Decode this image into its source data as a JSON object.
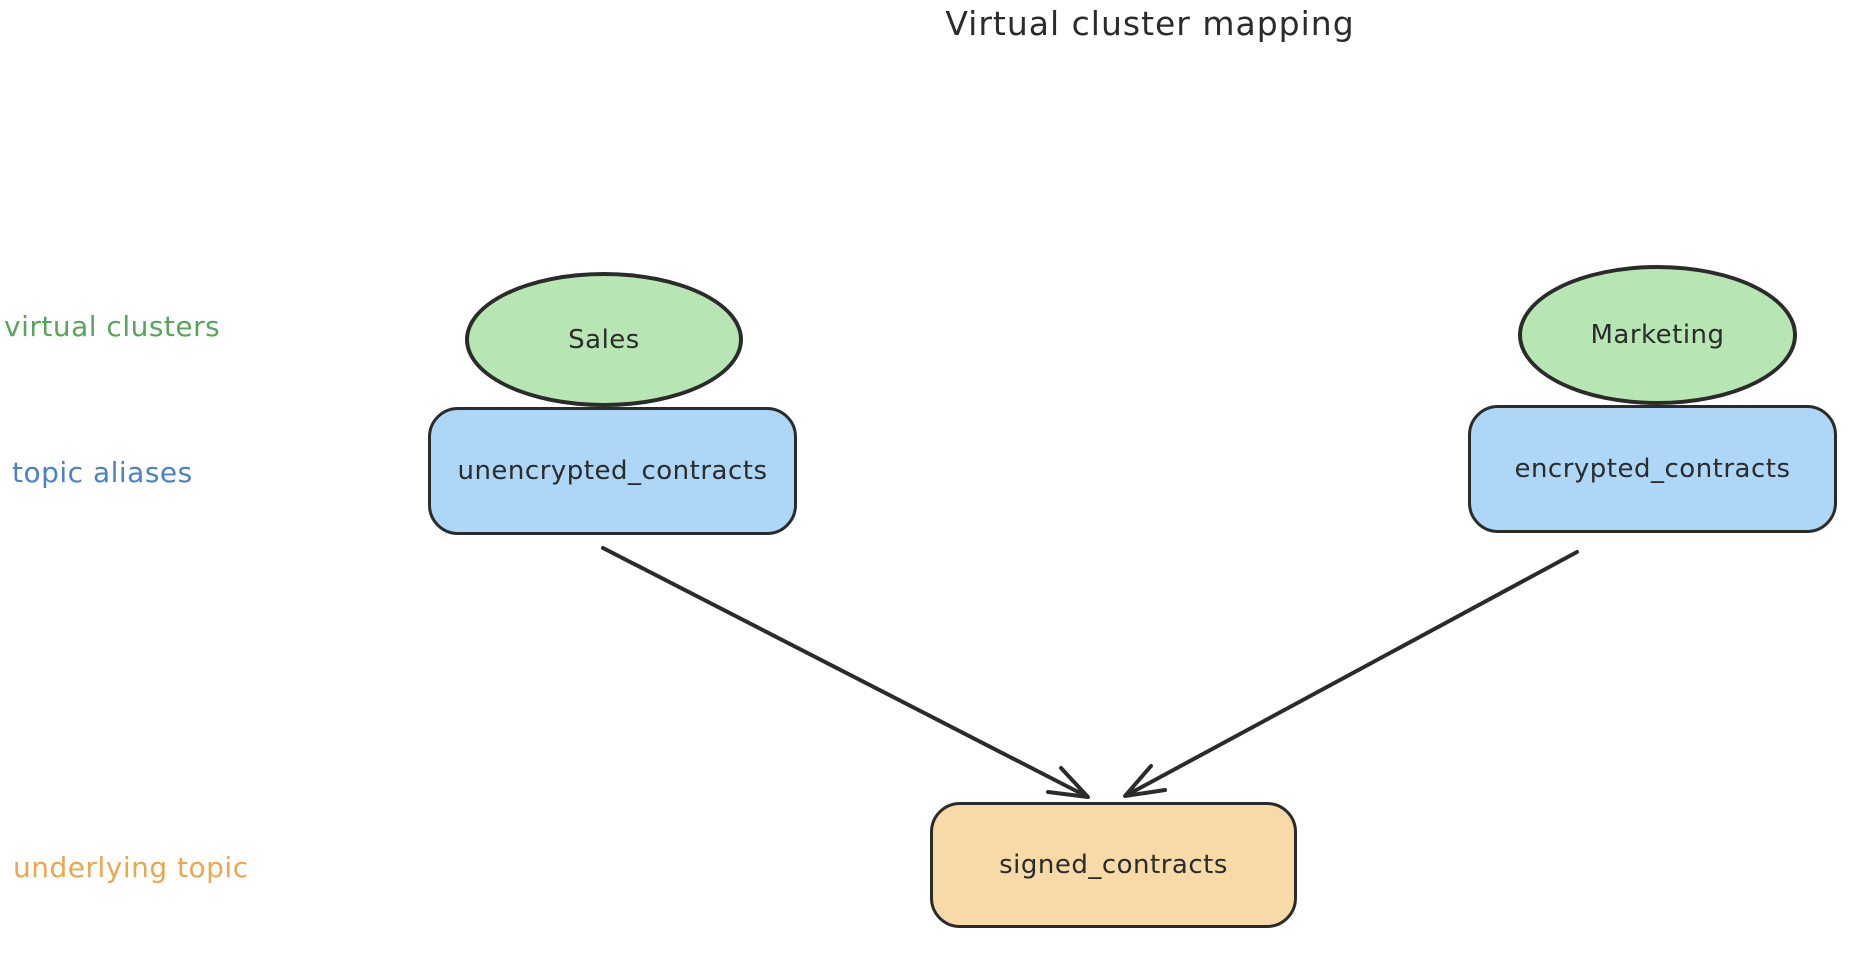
{
  "title": "Virtual cluster mapping",
  "row_labels": {
    "virtual_clusters": "virtual clusters",
    "topic_aliases": "topic aliases",
    "underlying_topic": "underlying topic"
  },
  "nodes": {
    "sales": "Sales",
    "marketing": "Marketing",
    "unencrypted": "unencrypted_contracts",
    "encrypted": "encrypted_contracts",
    "signed": "signed_contracts"
  },
  "edges": [
    {
      "from": "unencrypted_contracts",
      "to": "signed_contracts"
    },
    {
      "from": "encrypted_contracts",
      "to": "signed_contracts"
    }
  ],
  "colors": {
    "stroke": "#2b2b2b",
    "text": "#2b2b2b",
    "green_fill": "#b7e6b4",
    "blue_fill": "#aed6f6",
    "orange_fill": "#f8daa9",
    "green_label": "#57a55a",
    "blue_label": "#4a81c8",
    "orange_label": "#eba74e",
    "bg": "#ffffff"
  }
}
